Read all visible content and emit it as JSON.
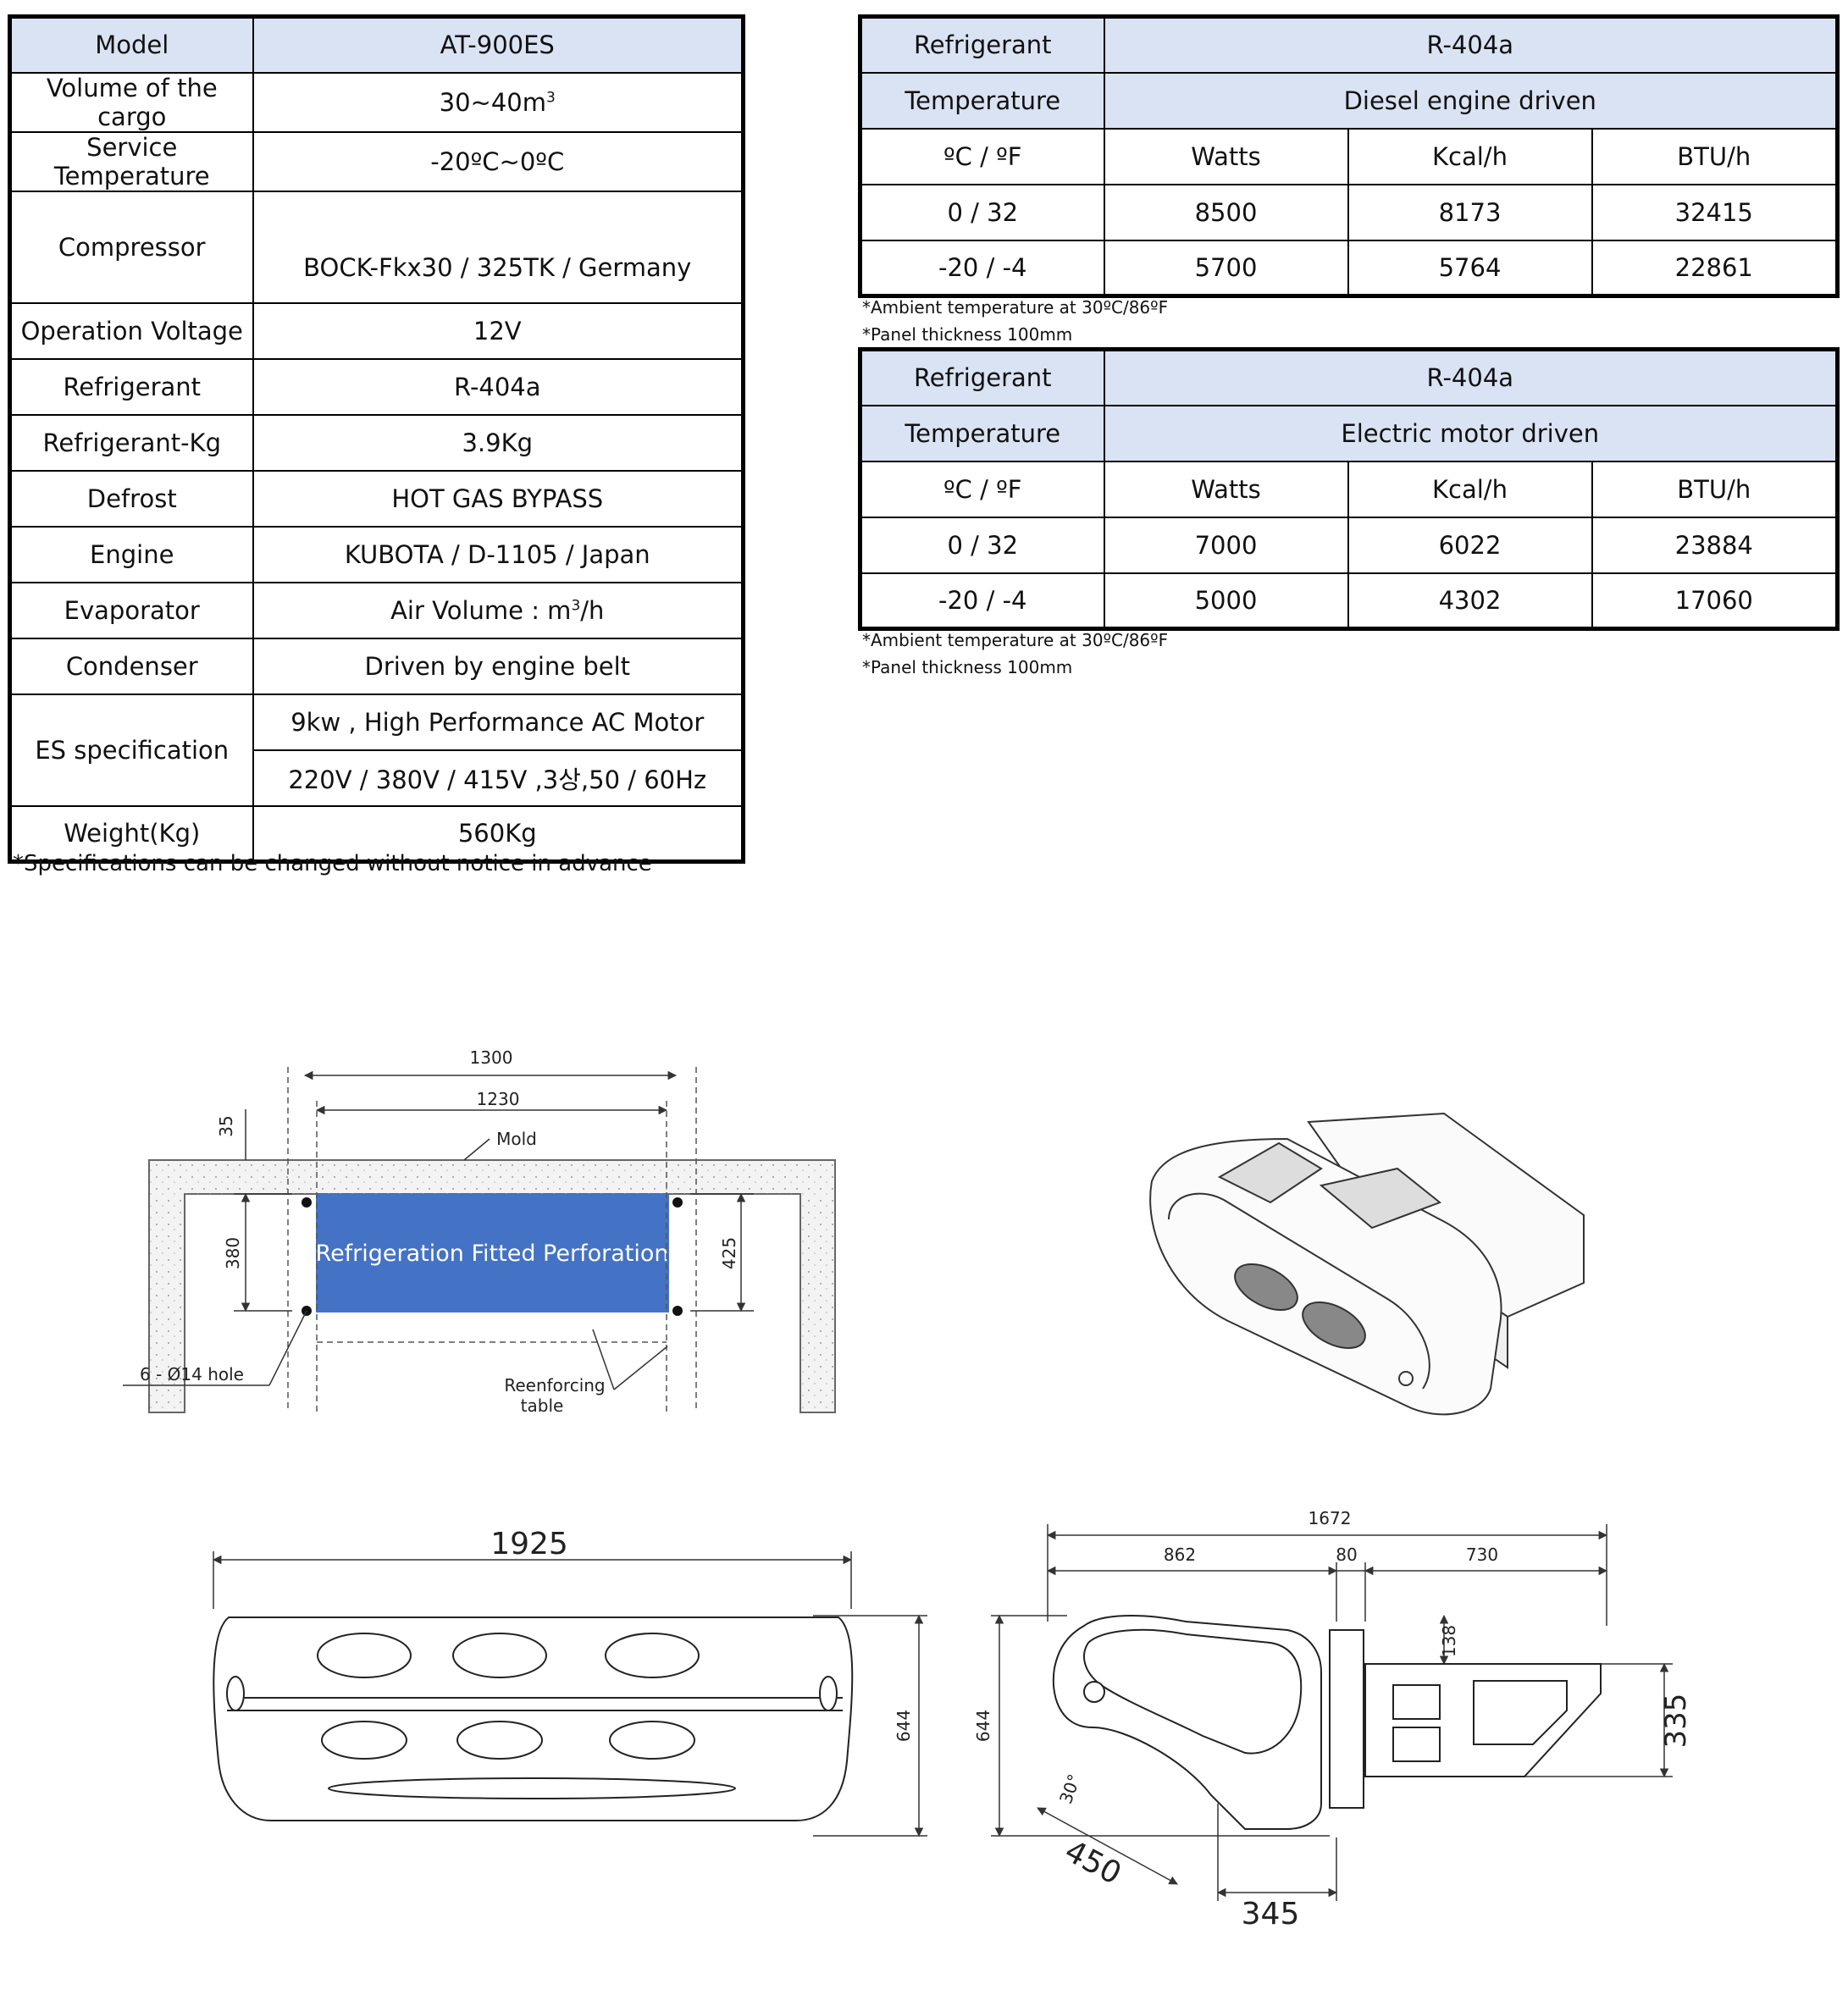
{
  "spec_table": {
    "rows": [
      {
        "label": "Model",
        "value": "AT-900ES"
      },
      {
        "label": "Volume of the cargo",
        "value": "30~40m",
        "sup": "3"
      },
      {
        "label": "Service Temperature",
        "value": "-20ºC~0ºC"
      },
      {
        "label": "Compressor",
        "value": "BOCK-Fkx30 / 325TK / Germany"
      },
      {
        "label": "Operation Voltage",
        "value": "12V"
      },
      {
        "label": "Refrigerant",
        "value": "R-404a"
      },
      {
        "label": "Refrigerant-Kg",
        "value": "3.9Kg"
      },
      {
        "label": "Defrost",
        "value": "HOT GAS BYPASS"
      },
      {
        "label": "Engine",
        "value": "KUBOTA / D-1105 / Japan"
      },
      {
        "label": "Evaporator",
        "value": "Air Volume : m",
        "sup": "3",
        "suffix": "/h"
      },
      {
        "label": "Condenser",
        "value": "Driven by engine belt"
      },
      {
        "label": "ES specification",
        "values": [
          "9kw , High Performance AC Motor",
          "220V / 380V / 415V ,3상,50 / 60Hz"
        ]
      },
      {
        "label": "Weight(Kg)",
        "value": "560Kg"
      }
    ],
    "footnote": "*Specifications can be changed without notice in advance"
  },
  "diesel_table": {
    "refrigerant_label": "Refrigerant",
    "refrigerant_value": "R-404a",
    "temperature_label": "Temperature",
    "mode": "Diesel engine driven",
    "headers": [
      "ºC / ºF",
      "Watts",
      "Kcal/h",
      "BTU/h"
    ],
    "rows": [
      [
        "0  / 32",
        "8500",
        "8173",
        "32415"
      ],
      [
        "-20 / -4",
        "5700",
        "5764",
        "22861"
      ]
    ],
    "notes": [
      "*Ambient temperature at 30ºC/86ºF",
      "*Panel thickness 100mm"
    ]
  },
  "electric_table": {
    "refrigerant_label": "Refrigerant",
    "refrigerant_value": "R-404a",
    "temperature_label": "Temperature",
    "mode": "Electric motor driven",
    "headers": [
      "ºC / ºF",
      "Watts",
      "Kcal/h",
      "BTU/h"
    ],
    "rows": [
      [
        "0  / 32",
        "7000",
        "6022",
        "23884"
      ],
      [
        "-20 / -4",
        "5000",
        "4302",
        "17060"
      ]
    ],
    "notes": [
      "*Ambient temperature at 30ºC/86ºF",
      "*Panel thickness 100mm"
    ]
  },
  "mounting_drawing": {
    "dim_outer": "1300",
    "dim_inner": "1230",
    "dim_top": "35",
    "dim_left": "380",
    "dim_right": "425",
    "mold_label": "Mold",
    "perforation_label": "Refrigeration Fitted Perforation",
    "hole_label": "6 - Ø14 hole",
    "reinforcing_label_1": "Reenforcing",
    "reinforcing_label_2": "table",
    "perforation_color": "#4472c4"
  },
  "front_view": {
    "width": "1925",
    "height": "644"
  },
  "side_view": {
    "total": "1672",
    "seg1": "862",
    "seg2": "80",
    "seg3": "730",
    "height": "644",
    "step": "138",
    "back_height": "335",
    "angle": "30°",
    "diag": "450",
    "bottom": "345"
  }
}
